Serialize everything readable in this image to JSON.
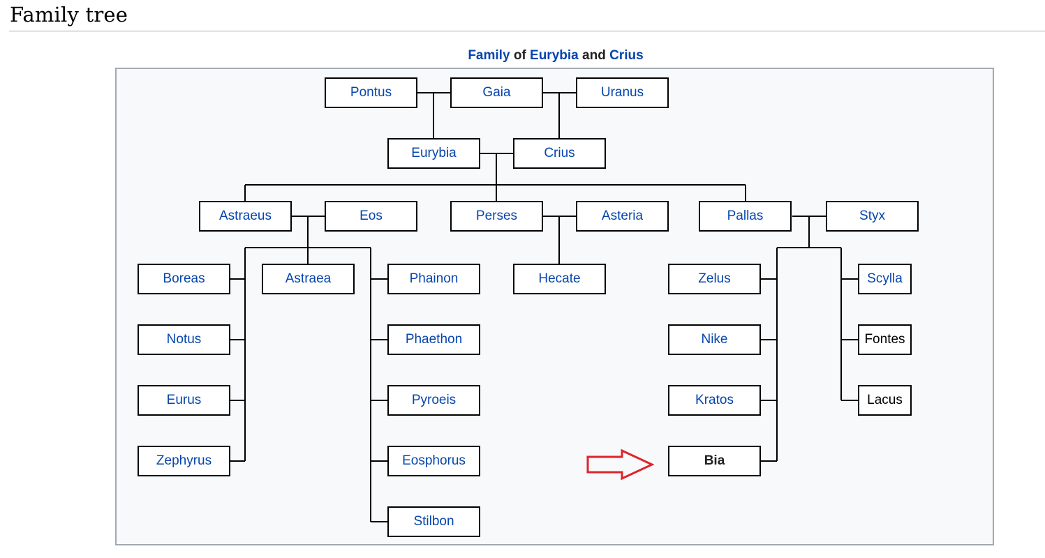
{
  "section_heading": "Family tree",
  "caption": {
    "word1": "Family",
    "word2": "of",
    "word3": "Eurybia",
    "word4": "and",
    "word5": "Crius"
  },
  "nodes": {
    "pontus": "Pontus",
    "gaia": "Gaia",
    "uranus": "Uranus",
    "eurybia": "Eurybia",
    "crius": "Crius",
    "astraeus": "Astraeus",
    "eos": "Eos",
    "perses": "Perses",
    "asteria": "Asteria",
    "pallas": "Pallas",
    "styx": "Styx",
    "boreas": "Boreas",
    "astraea": "Astraea",
    "phainon": "Phainon",
    "hecate": "Hecate",
    "zelus": "Zelus",
    "scylla": "Scylla",
    "notus": "Notus",
    "phaethon": "Phaethon",
    "nike": "Nike",
    "fontes": "Fontes",
    "eurus": "Eurus",
    "pyroeis": "Pyroeis",
    "kratos": "Kratos",
    "lacus": "Lacus",
    "zephyrus": "Zephyrus",
    "eosphorus": "Eosphorus",
    "bia": "Bia",
    "stilbon": "Stilbon"
  },
  "colors": {
    "link": "#0645ad",
    "arrow": "#e0242b",
    "panel_bg": "#f8f9fa",
    "panel_border": "#a2a9b1"
  }
}
